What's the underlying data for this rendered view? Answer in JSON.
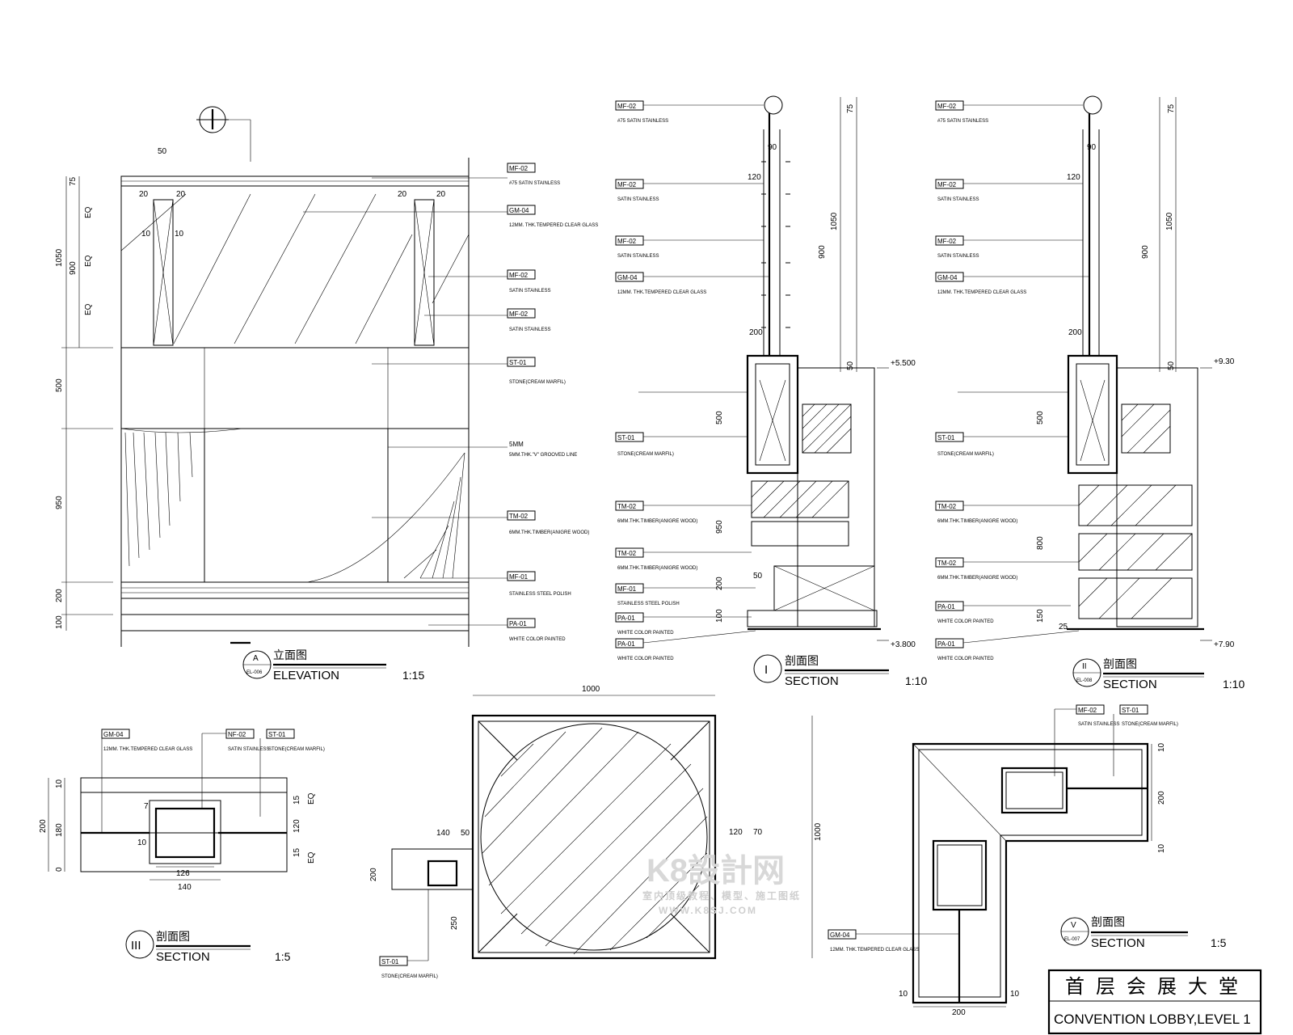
{
  "title_block": {
    "chinese": "首层会展大堂",
    "english": "CONVENTION LOBBY,LEVEL 1"
  },
  "views": {
    "elevation": {
      "bubble": "A",
      "ref": "EL-006",
      "cn": "立面图",
      "en": "ELEVATION",
      "scale": "1:15"
    },
    "section1": {
      "bubble": "I",
      "cn": "剖面图",
      "en": "SECTION",
      "scale": "1:10"
    },
    "section2": {
      "bubble": "II",
      "ref": "EL-008",
      "cn": "剖面图",
      "en": "SECTION",
      "scale": "1:10"
    },
    "section3": {
      "bubble": "III",
      "cn": "剖面图",
      "en": "SECTION",
      "scale": "1:5"
    },
    "section5": {
      "bubble": "V",
      "ref": "EL-007",
      "cn": "剖面图",
      "en": "SECTION",
      "scale": "1:5"
    }
  },
  "callouts": {
    "mf02": "MF-02",
    "mf01": "MF-01",
    "gm04": "GM-04",
    "st01": "ST-01",
    "tm02": "TM-02",
    "pa01": "PA-01",
    "nf02": "NF-02",
    "sub": "5MM"
  },
  "notes": {
    "satin75": "#75 SATIN STAINLESS",
    "satin": "SATIN STAINLESS",
    "glass": "12MM. THK.TEMPERED CLEAR GLASS",
    "stone": "STONE(CREAM MARFIL)",
    "groove": "5MM.THK.\"V\" GROOVED LINE",
    "timber": "6MM.THK.TIMBER(ANIGRE WOOD)",
    "steel": "STAINLESS STEEL POLISH",
    "paint": "WHITE COLOR PAINTED"
  },
  "levels": {
    "l1": "+5.500",
    "l2": "+3.800",
    "l3": "+9.30",
    "l4": "+7.90"
  },
  "dims": {
    "d1050": "1050",
    "d900": "900",
    "d500": "500",
    "d950": "950",
    "d200": "200",
    "d100": "100",
    "d75": "75",
    "d50": "50",
    "d20": "20",
    "d10": "10",
    "d120": "120",
    "d90": "90",
    "d800": "800",
    "d150": "150",
    "d25": "25",
    "d1000": "1000",
    "d140": "140",
    "d70": "70",
    "d250": "250",
    "d126": "126",
    "d180": "180",
    "d15": "15",
    "eq": "EQ",
    "d7": "7",
    "d0": "0"
  },
  "watermark": {
    "main": "K8設計网",
    "sub": "室内顶级教程、模型、施工图纸",
    "url": "WWW.K8SJ.COM"
  }
}
